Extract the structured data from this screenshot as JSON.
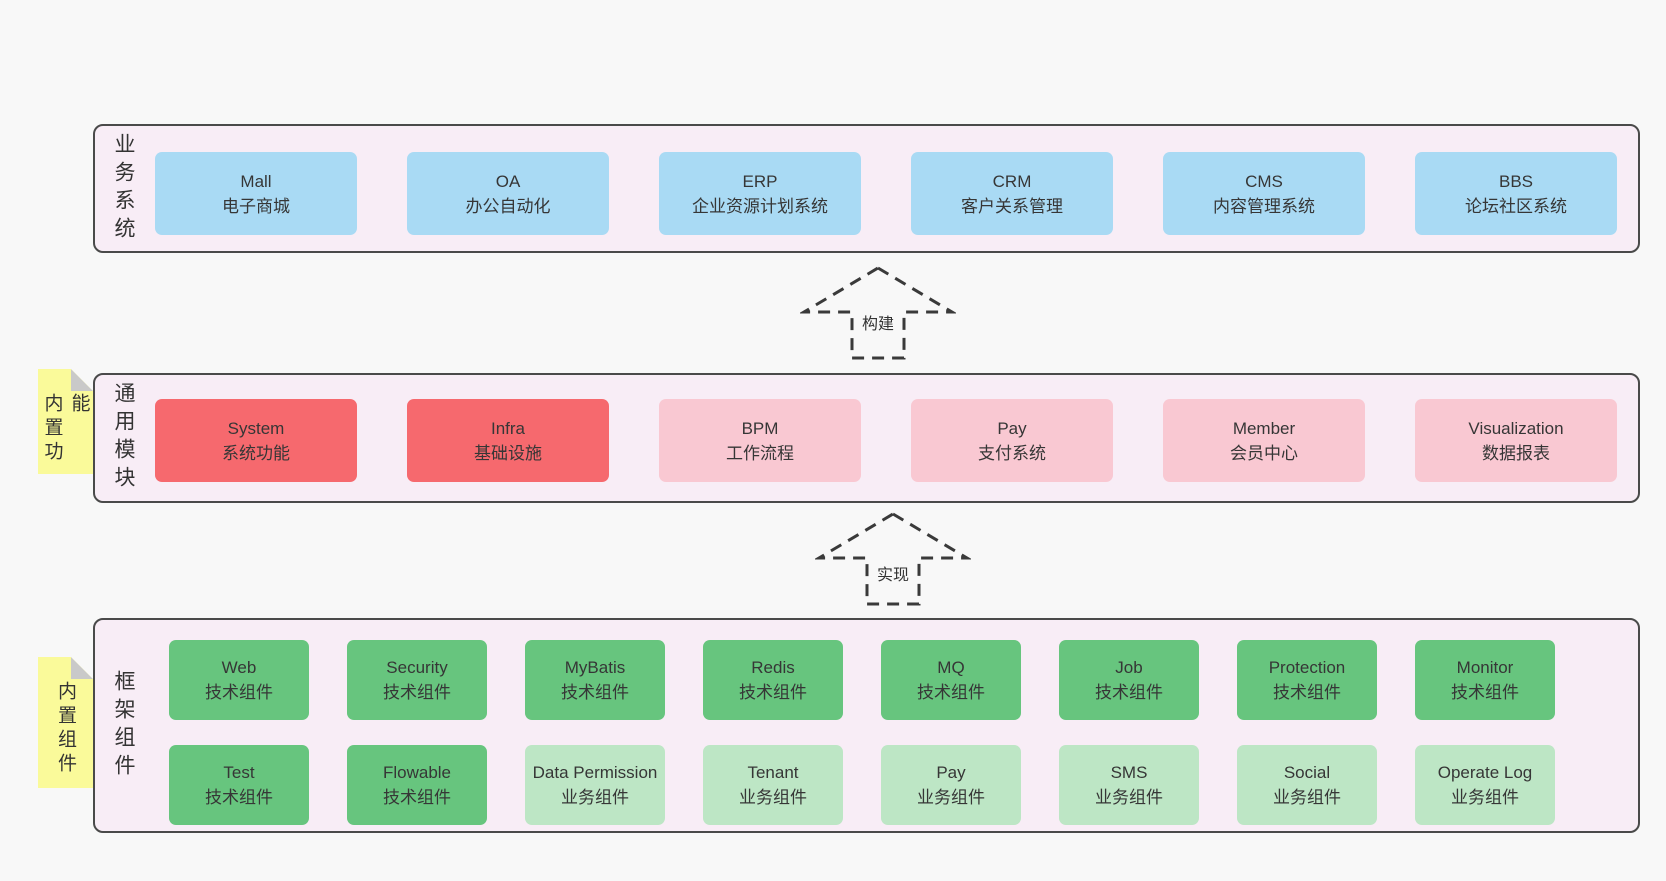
{
  "palette": {
    "page_bg": "#f8f8f8",
    "layer_bg": "#f8edf6",
    "layer_border": "#4a4a4a",
    "blue": "#a9daf4",
    "red": "#f6696e",
    "pink": "#f9c8d2",
    "green": "#67c57e",
    "light_green": "#bde6c5",
    "sticky_yellow": "#fafa9a",
    "sticky_fold": "#c9c9c9",
    "arrow_stroke": "#3a3a3a",
    "text": "#333333"
  },
  "arrows": [
    {
      "label": "构建"
    },
    {
      "label": "实现"
    }
  ],
  "layers": {
    "business": {
      "label": "业务系统",
      "boxes": [
        {
          "name": "Mall",
          "desc": "电子商城",
          "variant": "blue"
        },
        {
          "name": "OA",
          "desc": "办公自动化",
          "variant": "blue"
        },
        {
          "name": "ERP",
          "desc": "企业资源计划系统",
          "variant": "blue"
        },
        {
          "name": "CRM",
          "desc": "客户关系管理",
          "variant": "blue"
        },
        {
          "name": "CMS",
          "desc": "内容管理系统",
          "variant": "blue"
        },
        {
          "name": "BBS",
          "desc": "论坛社区系统",
          "variant": "blue"
        }
      ]
    },
    "modules": {
      "label": "通用模块",
      "sticky": "内置功能",
      "boxes": [
        {
          "name": "System",
          "desc": "系统功能",
          "variant": "red"
        },
        {
          "name": "Infra",
          "desc": "基础设施",
          "variant": "red"
        },
        {
          "name": "BPM",
          "desc": "工作流程",
          "variant": "pink"
        },
        {
          "name": "Pay",
          "desc": "支付系统",
          "variant": "pink"
        },
        {
          "name": "Member",
          "desc": "会员中心",
          "variant": "pink"
        },
        {
          "name": "Visualization",
          "desc": "数据报表",
          "variant": "pink"
        }
      ]
    },
    "framework": {
      "label": "框架组件",
      "sticky": "内置组件",
      "rows": [
        [
          {
            "name": "Web",
            "desc": "技术组件",
            "variant": "green"
          },
          {
            "name": "Security",
            "desc": "技术组件",
            "variant": "green"
          },
          {
            "name": "MyBatis",
            "desc": "技术组件",
            "variant": "green"
          },
          {
            "name": "Redis",
            "desc": "技术组件",
            "variant": "green"
          },
          {
            "name": "MQ",
            "desc": "技术组件",
            "variant": "green"
          },
          {
            "name": "Job",
            "desc": "技术组件",
            "variant": "green"
          },
          {
            "name": "Protection",
            "desc": "技术组件",
            "variant": "green"
          },
          {
            "name": "Monitor",
            "desc": "技术组件",
            "variant": "green"
          }
        ],
        [
          {
            "name": "Test",
            "desc": "技术组件",
            "variant": "green"
          },
          {
            "name": "Flowable",
            "desc": "技术组件",
            "variant": "green"
          },
          {
            "name": "Data Permission",
            "desc": "业务组件",
            "variant": "light_green"
          },
          {
            "name": "Tenant",
            "desc": "业务组件",
            "variant": "light_green"
          },
          {
            "name": "Pay",
            "desc": "业务组件",
            "variant": "light_green"
          },
          {
            "name": "SMS",
            "desc": "业务组件",
            "variant": "light_green"
          },
          {
            "name": "Social",
            "desc": "业务组件",
            "variant": "light_green"
          },
          {
            "name": "Operate Log",
            "desc": "业务组件",
            "variant": "light_green"
          }
        ]
      ]
    }
  }
}
